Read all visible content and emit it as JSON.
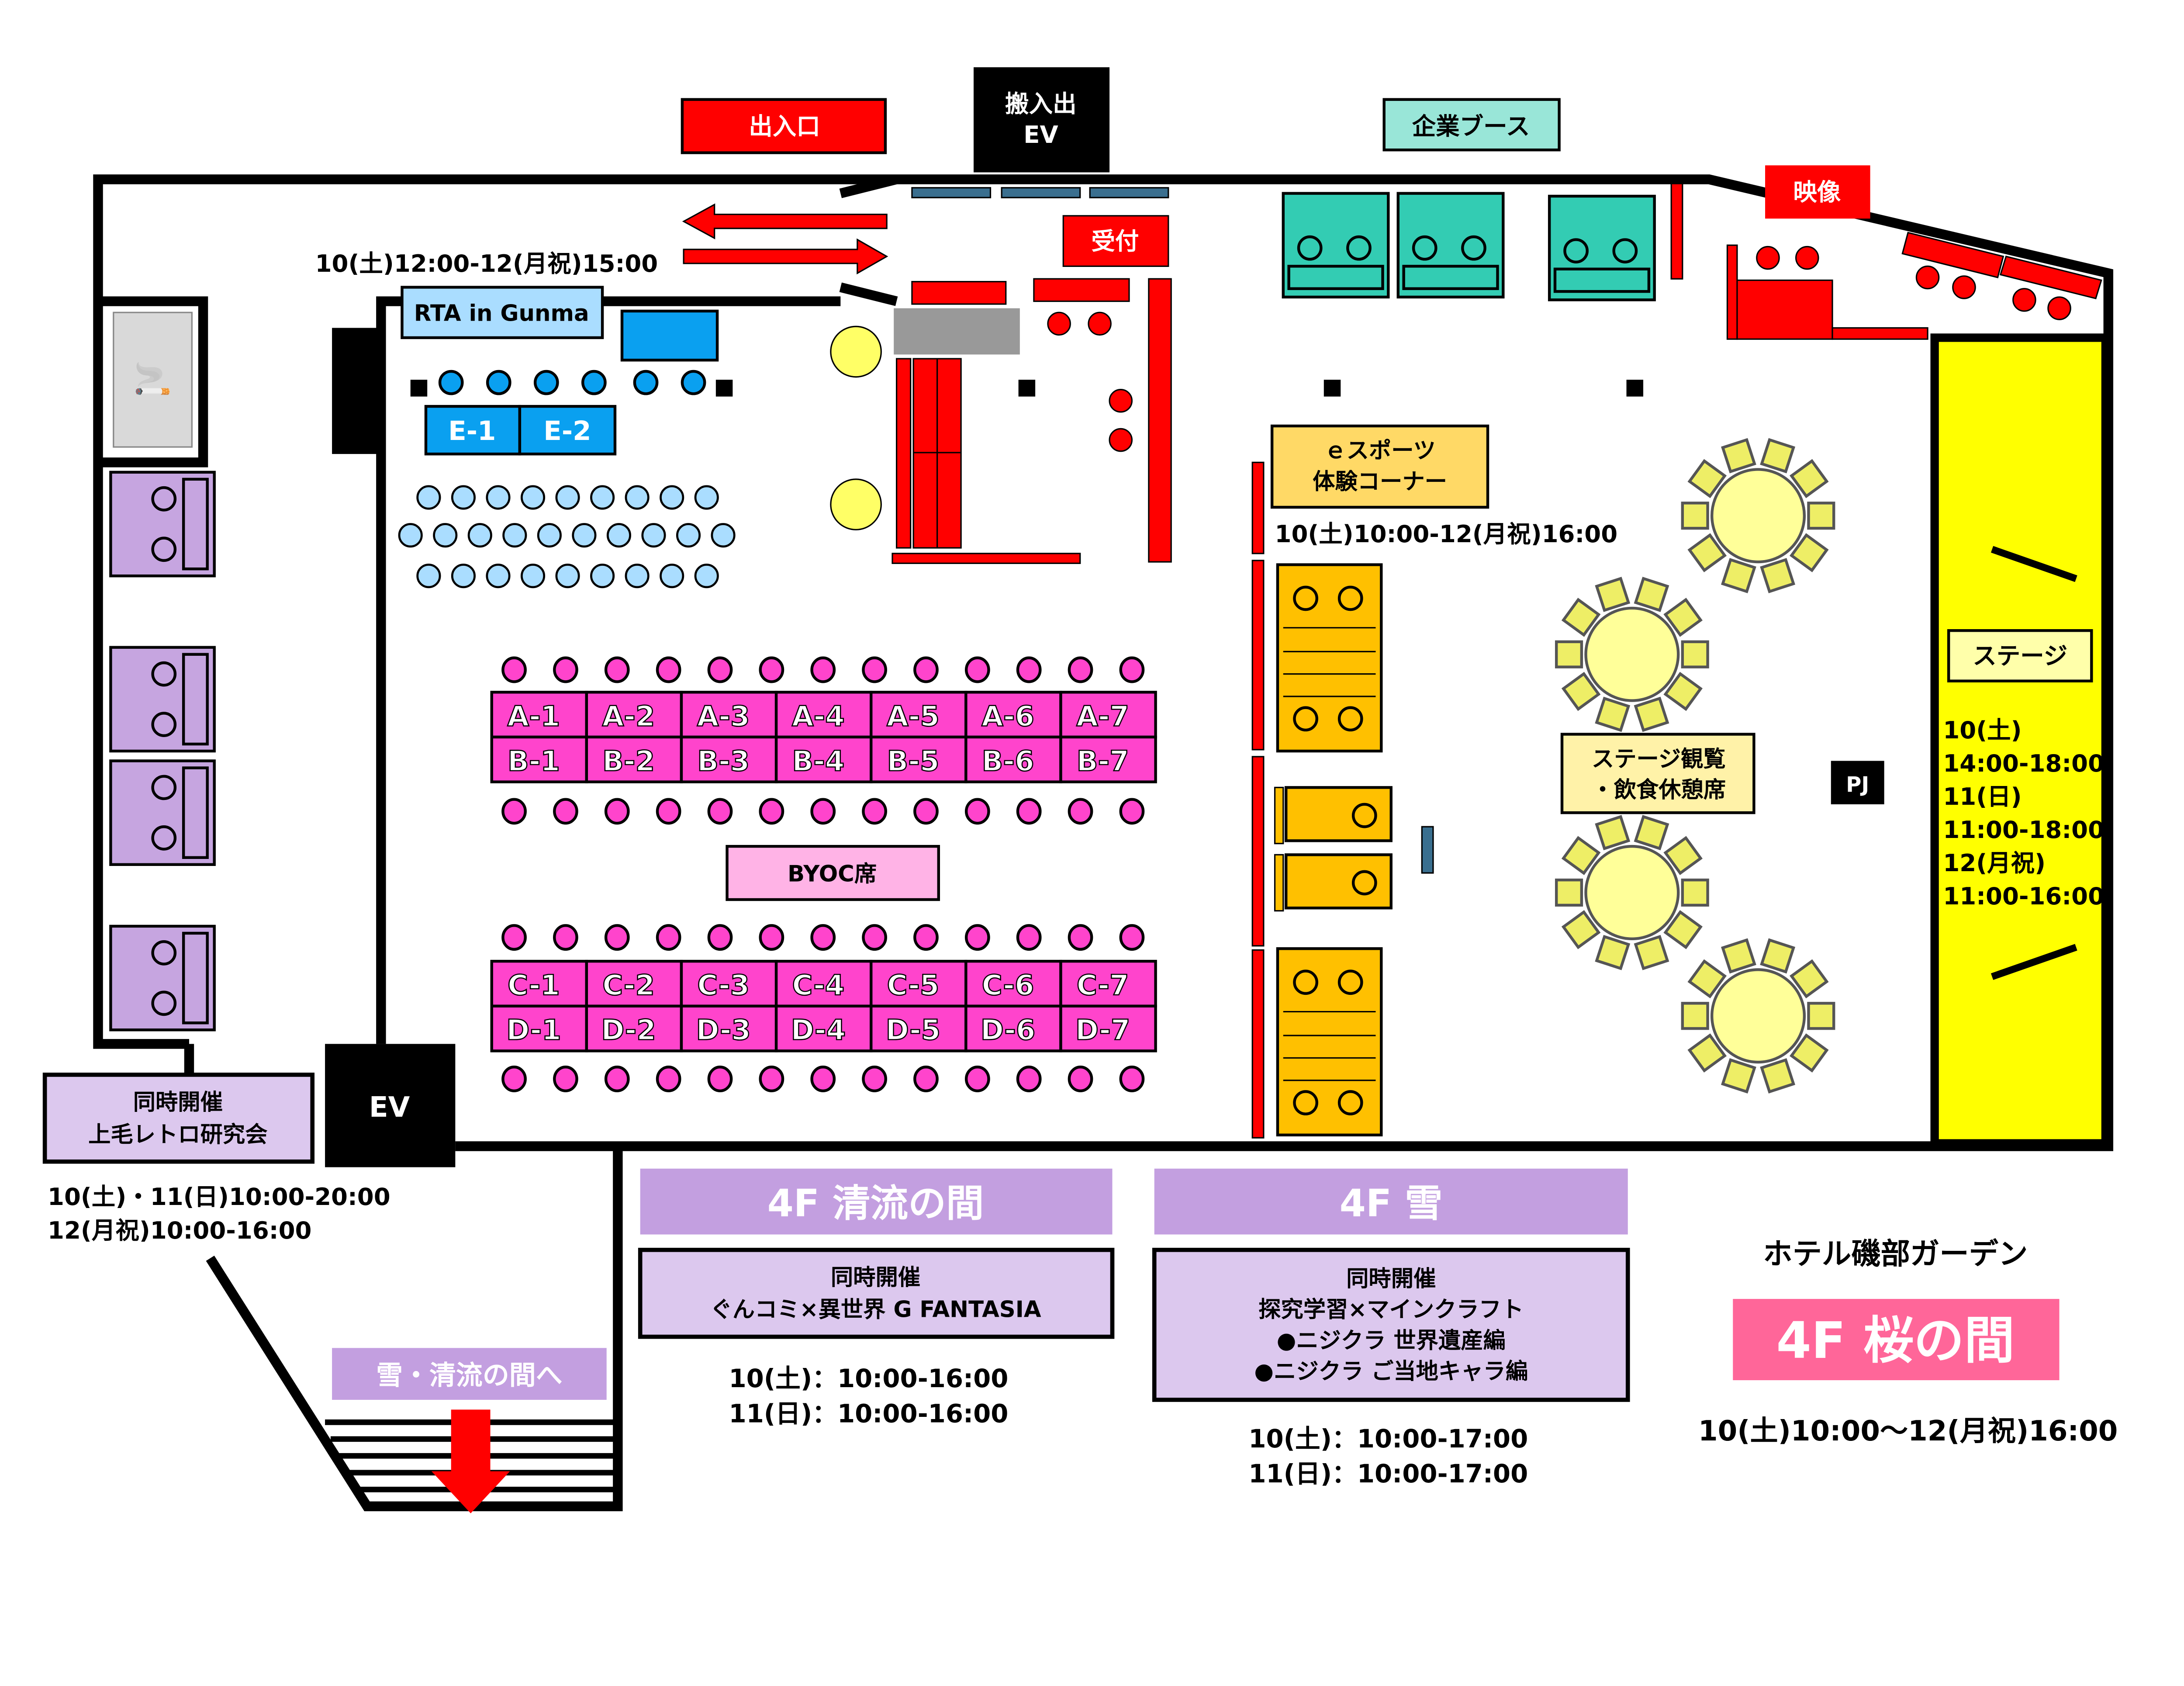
{
  "labels": {
    "entrance": "出入口",
    "freight_ev": [
      "搬入出",
      "EV"
    ],
    "corporate_booth": "企業ブース",
    "video": "映像",
    "reception": "受付",
    "rta": "RTA in Gunma",
    "rta_time": "10(土)12:00-12(月祝)15:00",
    "esports": [
      "ｅスポーツ",
      "体験コーナー"
    ],
    "esports_time": "10(土)10:00-12(月祝)16:00",
    "stage": "ステージ",
    "stage_times": [
      "10(土)",
      "14:00-18:00",
      "11(日)",
      "11:00-18:00",
      "12(月祝)",
      "11:00-16:00"
    ],
    "stage_seats": [
      "ステージ観覧",
      "・飲食休憩席"
    ],
    "pj": "PJ",
    "byoc": "BYOC席",
    "ev": "EV",
    "e_tables": [
      "E-1",
      "E-2"
    ],
    "ab_tables": [
      [
        "A-1",
        "A-2",
        "A-3",
        "A-4",
        "A-5",
        "A-6",
        "A-7"
      ],
      [
        "B-1",
        "B-2",
        "B-3",
        "B-4",
        "B-5",
        "B-6",
        "B-7"
      ]
    ],
    "cd_tables": [
      [
        "C-1",
        "C-2",
        "C-3",
        "C-4",
        "C-5",
        "C-6",
        "C-7"
      ],
      [
        "D-1",
        "D-2",
        "D-3",
        "D-4",
        "D-5",
        "D-6",
        "D-7"
      ]
    ]
  },
  "retro": {
    "lines": [
      "同時開催",
      "上毛レトロ研究会"
    ],
    "times": [
      "10(土)・11(日)10:00-20:00",
      "12(月祝)10:00-16:00"
    ]
  },
  "to_rooms": "雪・清流の間へ",
  "seiryu": {
    "title": "4F 清流の間",
    "lines": [
      "同時開催",
      "ぐんコミ×異世界 G FANTASIA"
    ],
    "times": [
      "10(土)：10:00-16:00",
      "11(日)：10:00-16:00"
    ]
  },
  "yuki": {
    "title": "4F 雪",
    "lines": [
      "同時開催",
      "探究学習×マインクラフト",
      "●ニジクラ 世界遺産編",
      "●ニジクラ ご当地キャラ編"
    ],
    "times": [
      "10(土)：10:00-17:00",
      "11(日)：10:00-17:00"
    ]
  },
  "venue": {
    "hotel": "ホテル磯部ガーデン",
    "room": "4F 桜の間",
    "time": "10(土)10:00～12(月祝)16:00"
  },
  "colors": {
    "red": "#ff0000",
    "teal": "#33ccb3",
    "purple": "#c39fe0",
    "light_purple": "#dcc8ee",
    "pink": "#ff44cc",
    "sky": "#aaddff",
    "yellow": "#ffff00",
    "orange": "#ffc000",
    "sakura": "#ff6699"
  }
}
